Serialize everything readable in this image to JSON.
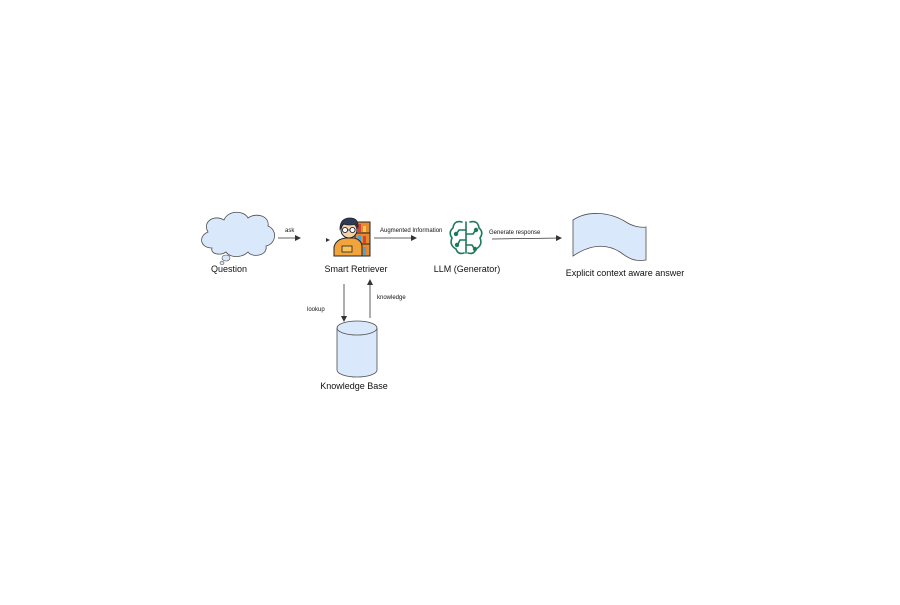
{
  "nodes": {
    "question": {
      "label": "Question"
    },
    "retriever": {
      "label": "Smart Retriever"
    },
    "llm": {
      "label": "LLM (Generator)"
    },
    "answer": {
      "label": "Explicit context aware answer"
    },
    "knowledge_base": {
      "label": "Knowledge Base"
    }
  },
  "edges": {
    "ask": {
      "label": "ask"
    },
    "augmented": {
      "label": "Augmented Information"
    },
    "generate": {
      "label": "Generate response"
    },
    "lookup": {
      "label": "lookup"
    },
    "knowledge": {
      "label": "knowledge"
    }
  },
  "colors": {
    "shape_fill": "#dae8fc",
    "shape_stroke": "#4d4d4d",
    "llm_icon": "#1f7a5c",
    "retriever_shirt": "#f2a33a",
    "retriever_hair": "#2f3b52",
    "arrow": "#333333"
  },
  "icons": {
    "retriever": "person-at-bookshelf-icon",
    "llm": "brain-circuit-icon"
  }
}
